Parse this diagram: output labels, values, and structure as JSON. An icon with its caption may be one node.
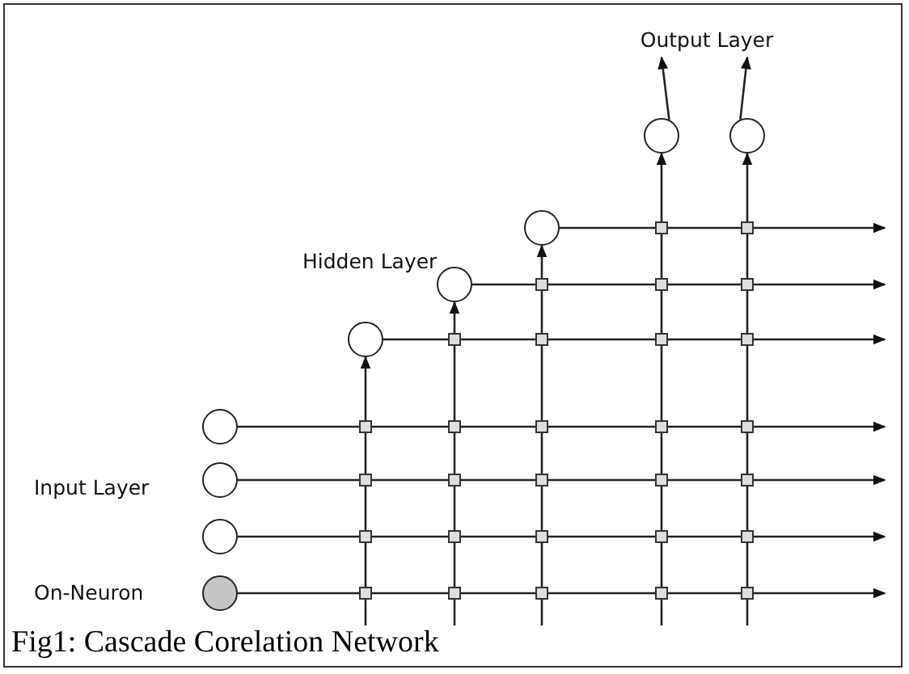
{
  "diagram": {
    "caption": "Fig1: Cascade Corelation Network",
    "nodes": [
      {
        "text": [],
        "shape": "circle"
      },
      {
        "text": [],
        "shape": "circle"
      },
      {
        "text": [],
        "shape": "circle"
      },
      {
        "text": [],
        "shape": "circle",
        "beside": [
          "On-Neuron"
        ]
      },
      {
        "text": [],
        "shape": "circle"
      },
      {
        "text": [],
        "shape": "circle"
      },
      {
        "text": [],
        "shape": "circle"
      },
      {
        "text": [],
        "shape": "circle"
      },
      {
        "text": [],
        "shape": "circle"
      },
      {
        "text": [
          "Output Layer"
        ]
      }
    ],
    "edges": [
      {
        "from": 0,
        "to": null,
        "arrow": "to"
      },
      {
        "from": 1,
        "to": null,
        "arrow": "to"
      },
      {
        "from": 2,
        "to": null,
        "arrow": "to"
      },
      {
        "from": 3,
        "to": null,
        "arrow": "to"
      },
      {
        "from": 4,
        "to": null,
        "arrow": "to"
      },
      {
        "from": 5,
        "to": null,
        "arrow": "to"
      },
      {
        "from": 6,
        "to": null,
        "arrow": "to"
      },
      {
        "from": null,
        "to": 4,
        "arrow": "to"
      },
      {
        "from": null,
        "to": 5,
        "arrow": "to"
      },
      {
        "from": null,
        "to": 6,
        "arrow": "to"
      },
      {
        "from": null,
        "to": 7,
        "arrow": "to"
      },
      {
        "from": null,
        "to": 8,
        "arrow": "to"
      },
      {
        "from": 7,
        "to": 9,
        "arrow": "to"
      },
      {
        "from": 8,
        "to": 9,
        "arrow": "to"
      }
    ],
    "labels": [
      "Hidden Layer",
      "Input Layer"
    ]
  }
}
